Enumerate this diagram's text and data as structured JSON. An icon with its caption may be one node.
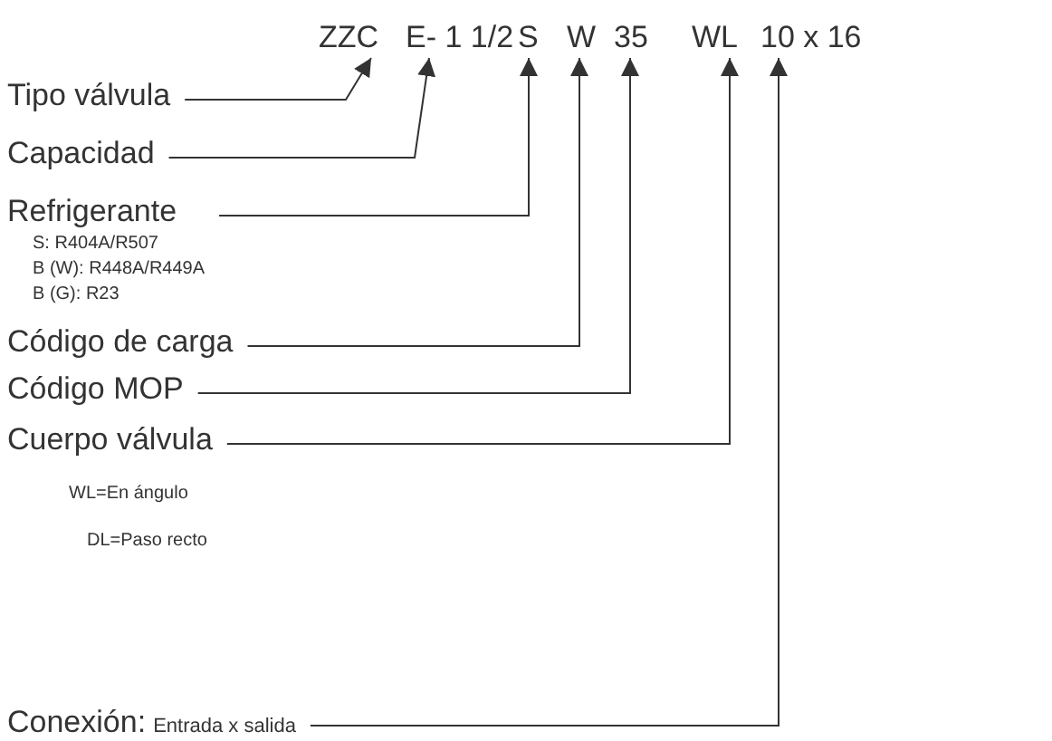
{
  "diagram": {
    "nodes": [
      {
        "text": [
          "ZZC"
        ]
      },
      {
        "text": [
          "E- 1 1/2"
        ]
      },
      {
        "text": [
          "S"
        ]
      },
      {
        "text": [
          "W"
        ]
      },
      {
        "text": [
          "35"
        ]
      },
      {
        "text": [
          "WL"
        ]
      },
      {
        "text": [
          "10 x 16"
        ]
      },
      {
        "text": [
          "Tipo válvula"
        ]
      },
      {
        "text": [
          "Capacidad"
        ]
      },
      {
        "text": [
          "Refrigerante",
          "S: R404A/R507",
          "B (W): R448A/R449A",
          "B (G): R23"
        ]
      },
      {
        "text": [
          "Código de carga"
        ]
      },
      {
        "text": [
          "Código MOP"
        ]
      },
      {
        "text": [
          "Cuerpo válvula",
          "WL=En ángulo",
          "DL=Paso recto"
        ]
      },
      {
        "text": [
          "Conexión:",
          "Entrada x salida"
        ]
      }
    ],
    "edges": [
      {
        "from": 7,
        "to": 0,
        "arrow": "to"
      },
      {
        "from": 8,
        "to": 1,
        "arrow": "to"
      },
      {
        "from": 9,
        "to": 2,
        "arrow": "to"
      },
      {
        "from": 10,
        "to": 3,
        "arrow": "to"
      },
      {
        "from": 11,
        "to": 4,
        "arrow": "to"
      },
      {
        "from": 12,
        "to": 5,
        "arrow": "to"
      },
      {
        "from": 13,
        "to": 6,
        "arrow": "to"
      }
    ]
  }
}
